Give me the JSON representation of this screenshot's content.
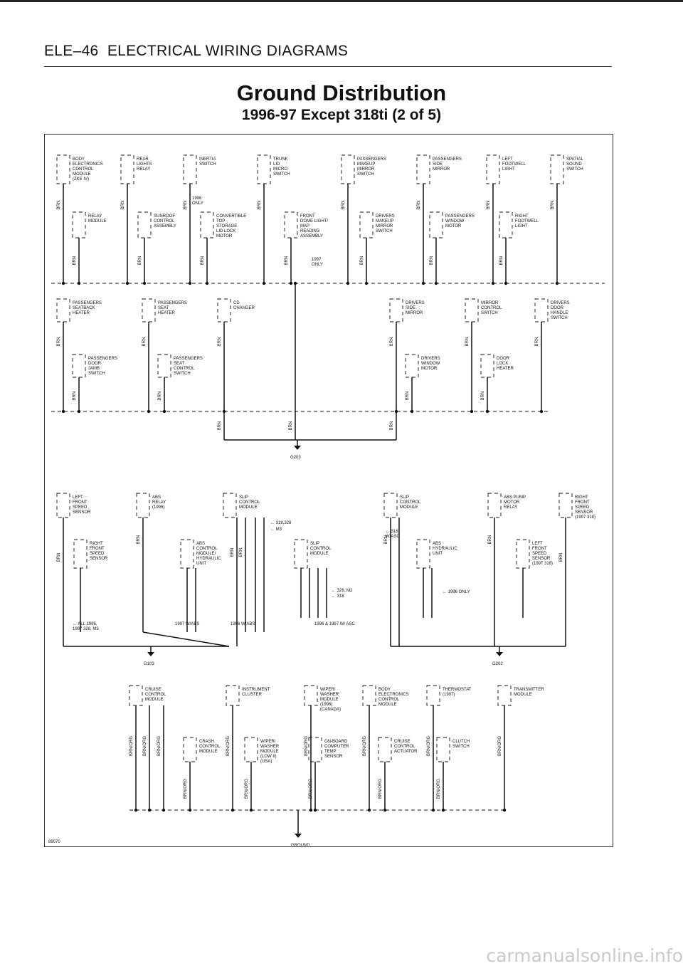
{
  "page": {
    "code": "ELE–46",
    "section": "ELECTRICAL WIRING DIAGRAMS",
    "title": "Ground Distribution",
    "subtitle": "1996-97 Except 318ti (2 of 5)",
    "figure_number": "89070",
    "watermark": "carmanualsonline.info"
  },
  "ground_points": [
    "G203",
    "G103",
    "G202",
    "GROUND"
  ],
  "wire_color": "BRN",
  "wire_color_alt": "BRN/ORG",
  "notes": {
    "n1996_only": "1996 ONLY",
    "n1997_only": "1997 ONLY",
    "n318_328": "318,328",
    "nM3": "M3",
    "n318": "318",
    "w_asc": "W/ASC",
    "n328_m2": "328, M2",
    "n318b": "318",
    "n1996_only_b": "1996 ONLY",
    "all1996": "ALL 1996,",
    "y1997_328_m3": "1997 328, M3",
    "y1997_wabs": "1997 W/ABS",
    "y1996_wabs": "1996 W/ABS",
    "y9697_wasc": "1996 & 1997 W/ ASC"
  },
  "components": {
    "r1": [
      [
        "BODY",
        "ELECTRONICS",
        "CONTROL",
        "MODULE",
        "(ZKE IV)"
      ],
      [
        "REAR",
        "LIGHTS",
        "RELAY"
      ],
      [
        "INERTIA",
        "SWITCH"
      ],
      [
        "TRUNK",
        "LID",
        "MICRO",
        "SWITCH"
      ],
      [
        "PASSENGERS",
        "MAKEUP",
        "MIRROR",
        "SWITCH"
      ],
      [
        "PASSENGERS",
        "SIDE",
        "MIRROR"
      ],
      [
        "LEFT",
        "FOOTWELL",
        "LIGHT"
      ],
      [
        "SPATIAL",
        "SOUND",
        "SWITCH"
      ]
    ],
    "r1b": [
      [
        "RELAY",
        "MODULE"
      ],
      [
        "SUNROOF",
        "CONTROL",
        "ASSEMBLY"
      ],
      [
        "CONVERTIBLE",
        "TOP",
        "STORAGE",
        "LID LOCK",
        "MOTOR"
      ],
      [
        "FRONT",
        "DOME LIGHT/",
        "MAP",
        "READING",
        "ASSEMBLY"
      ],
      [
        "DRIVERS",
        "MAKEUP",
        "MIRROR",
        "SWITCH"
      ],
      [
        "PASSENGERS",
        "WINDOW",
        "MOTOR"
      ],
      [
        "RIGHT",
        "FOOTWELL",
        "LIGHT"
      ]
    ],
    "r2": [
      [
        "PASSENGERS",
        "SEATBACK",
        "HEATER"
      ],
      [
        "PASSENGERS",
        "SEAT",
        "HEATER"
      ],
      [
        "CD",
        "CHANGER"
      ],
      [
        "DRIVERS",
        "SIDE",
        "MIRROR"
      ],
      [
        "MIRROR",
        "CONTROL",
        "SWITCH"
      ],
      [
        "DRIVERS",
        "DOOR",
        "HANDLE",
        "SWITCH"
      ]
    ],
    "r2b": [
      [
        "PASSENGERS",
        "DOOR",
        "JAMB",
        "SWITCH"
      ],
      [
        "PASSENGERS",
        "SEAT",
        "CONTROL",
        "SWITCH"
      ],
      [
        "DRIVERS",
        "WINDOW",
        "MOTOR"
      ],
      [
        "DOOR",
        "LOCK",
        "HEATER"
      ]
    ],
    "r3": [
      [
        "LEFT",
        "FRONT",
        "SPEED",
        "SENSOR"
      ],
      [
        "ABS",
        "RELAY",
        "(1996)"
      ],
      [
        "SLIP",
        "CONTROL",
        "MODULE"
      ],
      [
        "SLIP",
        "CONTROL",
        "MODULE"
      ],
      [
        "ABS PUMP",
        "MOTOR",
        "RELAY"
      ],
      [
        "RIGHT",
        "FRONT",
        "SPEED",
        "SENSOR",
        "(1997 318)"
      ]
    ],
    "r3b": [
      [
        "RIGHT",
        "FRONT",
        "SPEED",
        "SENSOR"
      ],
      [
        "ABS",
        "CONTROL",
        "MODULE/",
        "HYDRAULIC",
        "UNIT"
      ],
      [
        "SLIP",
        "CONTROL",
        "MODULE"
      ],
      [
        "ABS",
        "HYDRAULIC",
        "UNIT"
      ],
      [
        "LEFT",
        "FRONT",
        "SPEED",
        "SENSOR",
        "(1997 318)"
      ]
    ],
    "r4": [
      [
        "CRUISE",
        "CONTROL",
        "MODULE"
      ],
      [
        "INSTRUMENT",
        "CLUSTER"
      ],
      [
        "WIPER/",
        "WASHER",
        "MODULE",
        "(1996)",
        "(CANADA)"
      ],
      [
        "BODY",
        "ELECTRONICS",
        "CONTROL",
        "MODULE"
      ],
      [
        "THERMOSTAT",
        "(1997)"
      ],
      [
        "TRANSMITTER",
        "MODULE"
      ]
    ],
    "r4b": [
      [
        "CRASH",
        "CONTROL",
        "MODULE"
      ],
      [
        "WIPER/",
        "WASHER",
        "MODULE",
        "(LOW II)",
        "(USA)"
      ],
      [
        "ON-BOARD",
        "COMPUTER",
        "TEMP",
        "SENSOR"
      ],
      [
        "CRUISE",
        "CONTROL",
        "ACTUATOR"
      ],
      [
        "CLUTCH",
        "SWITCH"
      ]
    ]
  }
}
